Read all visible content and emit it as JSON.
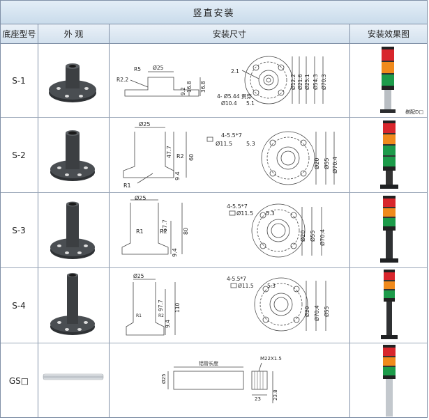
{
  "title": "竖直安装",
  "headers": {
    "model": "底座型号",
    "appearance": "外 观",
    "dimensions": "安装尺寸",
    "effect": "安装效果图"
  },
  "rows": [
    {
      "model": "S-1",
      "dims_side": [
        "R5",
        "R2.2",
        "Ø25",
        "16.8",
        "36.8",
        "9.2"
      ],
      "dims_top": [
        "2.1",
        "Ø12.2",
        "Ø21.6",
        "Ø25.1",
        "Ø54.3",
        "Ø70.3",
        "4- Ø5.44 贯穿",
        "Ø10.4",
        "5.1"
      ],
      "note": "搭配D□"
    },
    {
      "model": "S-2",
      "dims_side": [
        "Ø25",
        "47.7",
        "R2",
        "60",
        "9.4",
        "R1"
      ],
      "dims_top": [
        "4-5.5*7",
        "Ø11.5",
        "5.3",
        "Ø20",
        "Ø55",
        "Ø70.4"
      ]
    },
    {
      "model": "S-3",
      "dims_side": [
        "Ø25",
        "R1",
        "67.7",
        "80",
        "R2",
        "9.4"
      ],
      "dims_top": [
        "4-5.5*7",
        "Ø11.5",
        "5.3",
        "Ø20",
        "Ø55",
        "Ø70.4"
      ]
    },
    {
      "model": "S-4",
      "dims_side": [
        "Ø25",
        "97.7",
        "110",
        "R1",
        "R2",
        "9.4"
      ],
      "dims_top": [
        "4-5.5*7",
        "Ø11.5",
        "5.3",
        "Ø20",
        "Ø70.4",
        "Ø55"
      ]
    },
    {
      "model": "GS□",
      "dims_side": [
        "铝管长度",
        "M22X1.5",
        "Ø25",
        "23",
        "23.8"
      ]
    }
  ],
  "colors": {
    "header_bg": "#d3e1ee",
    "border": "#7f8fa6",
    "lamp_red": "#d8262c",
    "lamp_orange": "#f08a1c",
    "lamp_green": "#1d9b4a",
    "base_dark": "#3a3d40"
  }
}
